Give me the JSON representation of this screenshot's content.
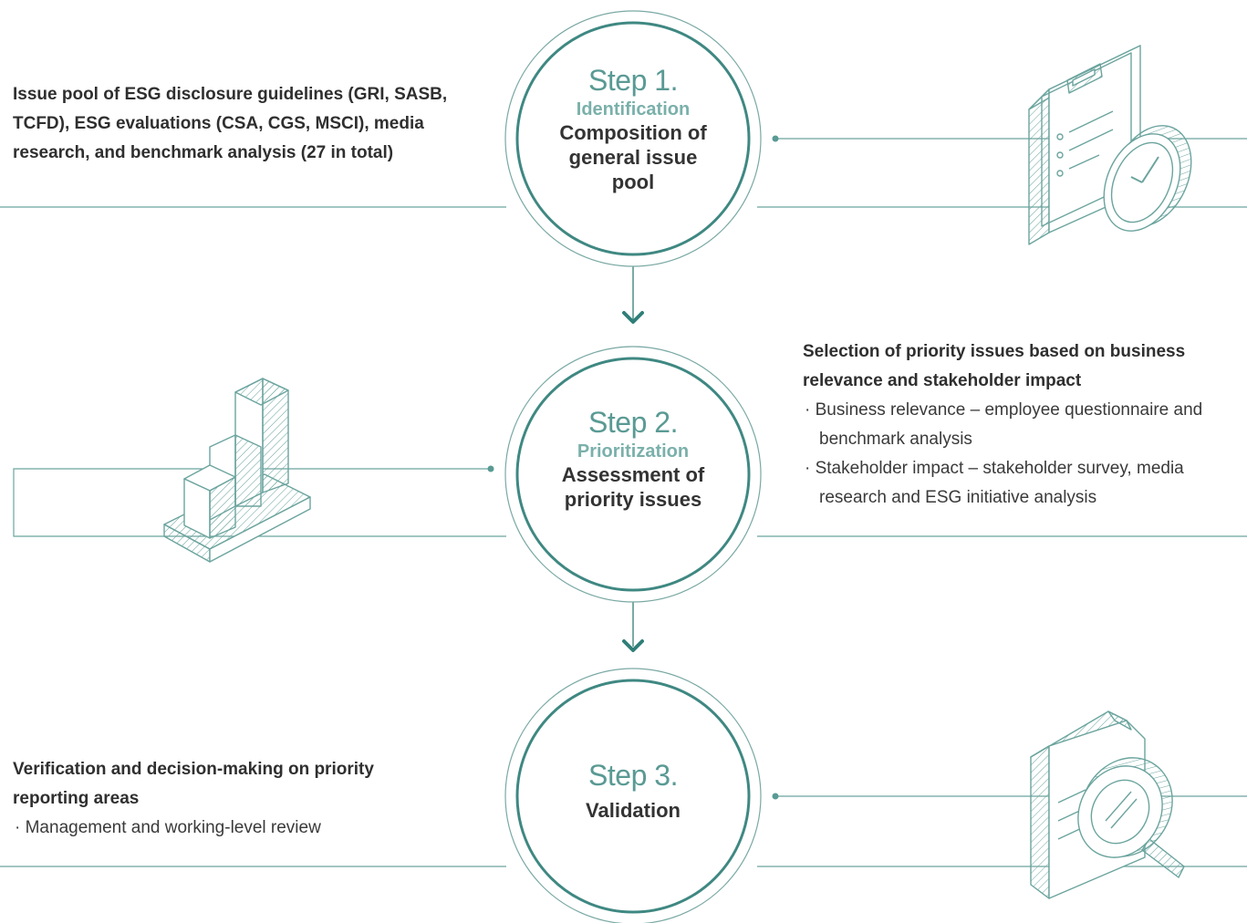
{
  "colors": {
    "accent": "#5a9a94",
    "phase": "#7ab0aa",
    "line": "#6ba49e"
  },
  "steps": [
    {
      "step": "Step 1.",
      "phase": "Identification",
      "title_lines": [
        "Composition of",
        "general issue",
        "pool"
      ],
      "description": {
        "lines": [
          "Issue pool of ESG disclosure guidelines (GRI, SASB,",
          "TCFD), ESG evaluations (CSA, CGS, MSCI), media",
          "research, and benchmark analysis (27 in total)"
        ]
      },
      "icon": "clipboard-clock-icon"
    },
    {
      "step": "Step 2.",
      "phase": "Prioritization",
      "title_lines": [
        "Assessment of",
        "priority issues"
      ],
      "description": {
        "heading_lines": [
          "Selection of priority issues based on business",
          "relevance and stakeholder impact"
        ],
        "bullets": [
          "· Business relevance – employee questionnaire and",
          "benchmark analysis",
          "· Stakeholder impact – stakeholder survey, media",
          "research and ESG initiative analysis"
        ]
      },
      "icon": "bar-chart-icon"
    },
    {
      "step": "Step 3.",
      "phase": "",
      "title_lines": [
        "Validation"
      ],
      "description": {
        "heading_lines": [
          "Verification and decision-making on priority",
          "reporting areas"
        ],
        "bullets": [
          "· Management and working-level review"
        ]
      },
      "icon": "document-magnifier-icon"
    }
  ]
}
